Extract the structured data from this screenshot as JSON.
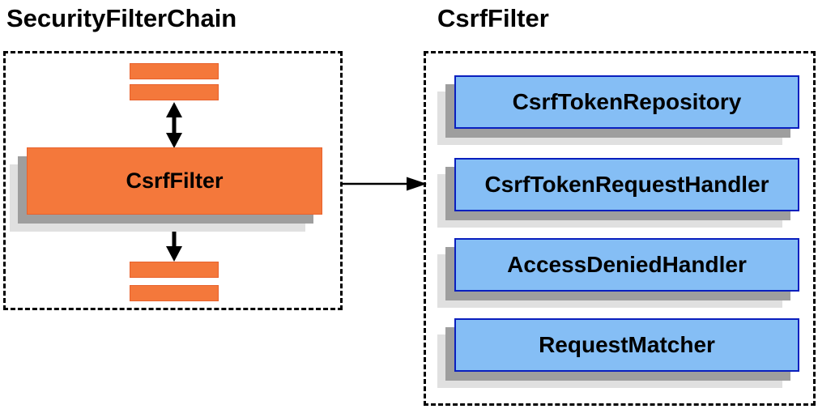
{
  "diagram": {
    "security_filter_chain": {
      "title": "SecurityFilterChain",
      "filter_label": "CsrfFilter"
    },
    "csrf_filter_detail": {
      "title": "CsrfFilter",
      "components": [
        "CsrfTokenRepository",
        "CsrfTokenRequestHandler",
        "AccessDeniedHandler",
        "RequestMatcher"
      ]
    },
    "colors": {
      "filter_orange_fill": "#F4783B",
      "filter_orange_border": "#E8612C",
      "component_blue_fill": "#85BEF5",
      "component_blue_border": "#0A1FBE",
      "shadow_dark": "#9E9E9E",
      "shadow_light": "#E0E0E0",
      "arrow_color": "#000000",
      "dashed_border_color": "#000000"
    }
  }
}
